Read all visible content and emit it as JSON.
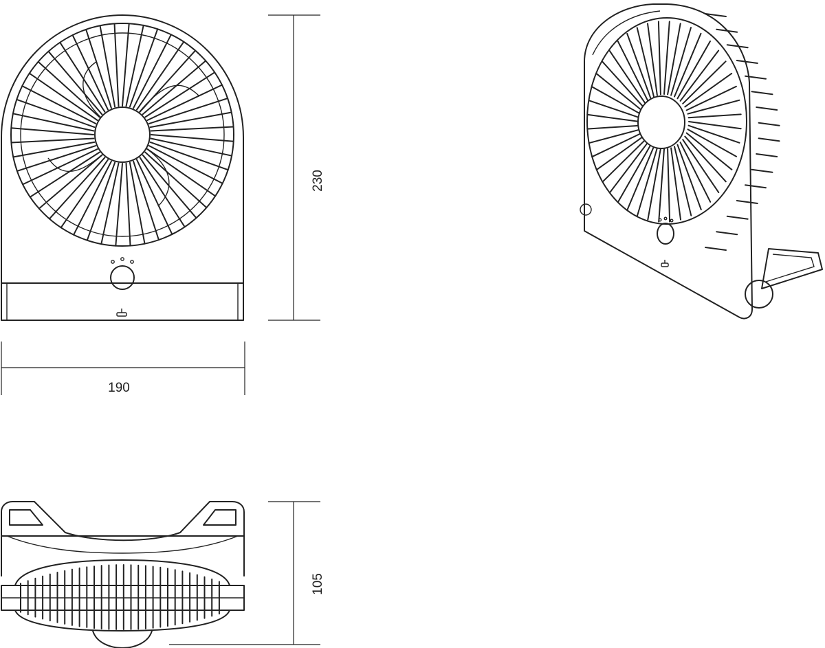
{
  "dimensions": {
    "width": "190",
    "height": "230",
    "depth": "105"
  },
  "colors": {
    "line": "#222222",
    "background": "#ffffff"
  }
}
